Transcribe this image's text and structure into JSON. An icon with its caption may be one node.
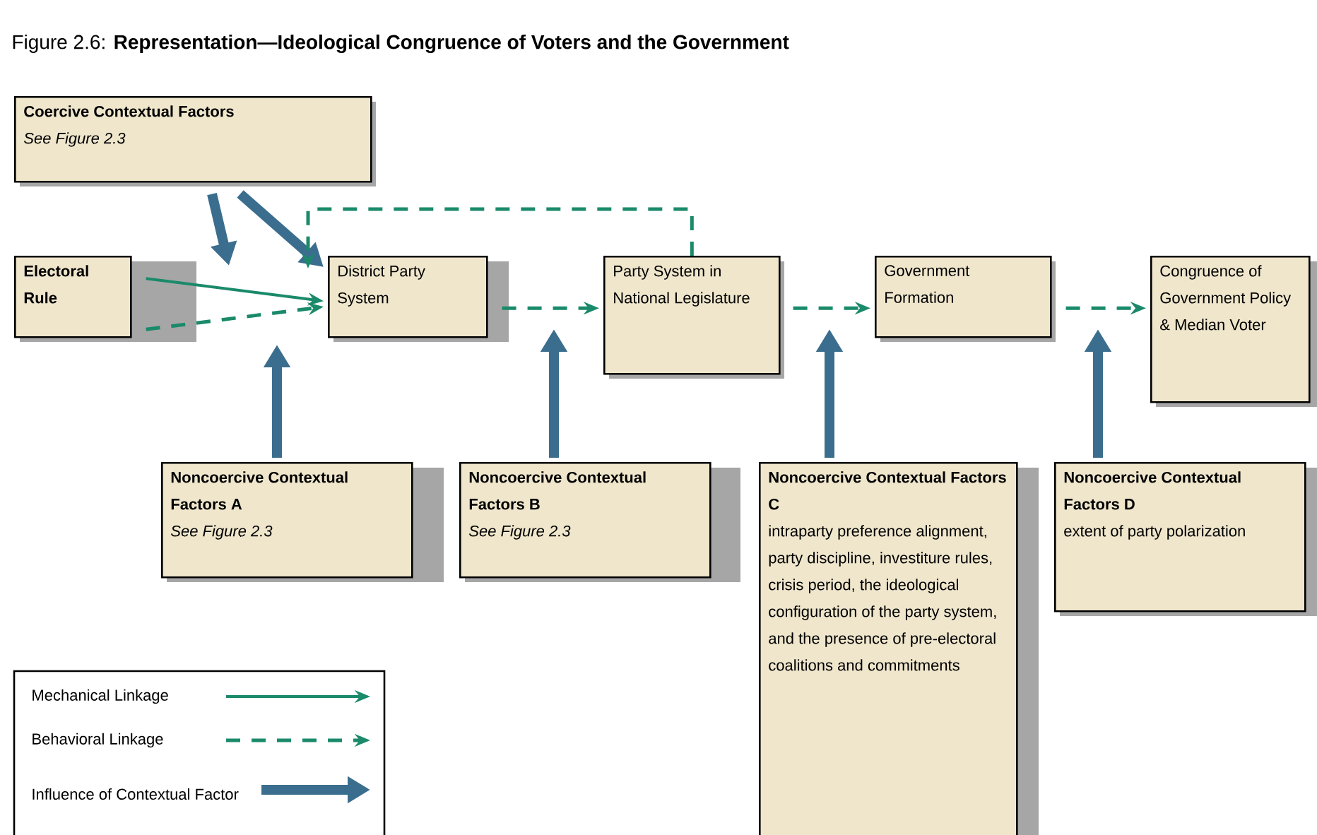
{
  "diagram": {
    "title": "Figure 2.6: **Representation—Ideological Congruence of Voters and the Government**",
    "nodes": [
      {
        "text": [
          "Coercive Contextual Factors",
          "See Figure 2.3"
        ]
      },
      {
        "text": [
          "Electoral Rule"
        ]
      },
      {
        "text": [
          "District Party System"
        ]
      },
      {
        "text": [
          "Party System in National Legislature"
        ]
      },
      {
        "text": [
          "Government Formation"
        ]
      },
      {
        "text": [
          "Congruence of Government Policy & Median Voter"
        ]
      },
      {
        "text": [
          "Noncoercive Contextual Factors A",
          "See Figure 2.3"
        ]
      },
      {
        "text": [
          "Noncoercive Contextual Factors B",
          "See Figure 2.3"
        ]
      },
      {
        "text": [
          "Noncoercive Contextual Factors C",
          "intraparty preference alignment, party discipline, investiture rules, crisis period, the ideological configuration of the party system, and the presence of pre-electoral coalitions and commitments"
        ]
      },
      {
        "text": [
          "Noncoercive Contextual Factors D",
          "extent of party polarization"
        ]
      }
    ],
    "edges": [
      {
        "from": 0,
        "to": null,
        "arrow": "to",
        "style": "thick"
      },
      {
        "from": 0,
        "to": 2,
        "arrow": "to",
        "style": "thick"
      },
      {
        "from": 1,
        "to": 2,
        "arrow": "to",
        "color": "#1a8a6a"
      },
      {
        "from": 1,
        "to": 2,
        "arrow": "to",
        "style": "dashed",
        "color": "#1a8a6a"
      },
      {
        "from": 3,
        "to": 2,
        "arrow": "to",
        "style": "dashed",
        "color": "#1a8a6a"
      },
      {
        "from": 2,
        "to": 3,
        "arrow": "to",
        "style": "dashed",
        "color": "#1a8a6a"
      },
      {
        "from": 3,
        "to": 4,
        "arrow": "to",
        "style": "dashed",
        "color": "#1a8a6a"
      },
      {
        "from": 4,
        "to": 5,
        "arrow": "to",
        "style": "dashed",
        "color": "#1a8a6a"
      },
      {
        "from": 6,
        "to": null,
        "arrow": "to",
        "style": "thick"
      },
      {
        "from": 7,
        "to": null,
        "arrow": "to",
        "style": "thick"
      },
      {
        "from": 8,
        "to": null,
        "arrow": "to",
        "style": "thick"
      },
      {
        "from": 9,
        "to": null,
        "arrow": "to",
        "style": "thick"
      }
    ],
    "legend": [
      {
        "text": "Mechanical Linkage"
      },
      {
        "text": "Behavioral Linkage"
      },
      {
        "text": "Influence of Contextual Factor"
      }
    ]
  }
}
